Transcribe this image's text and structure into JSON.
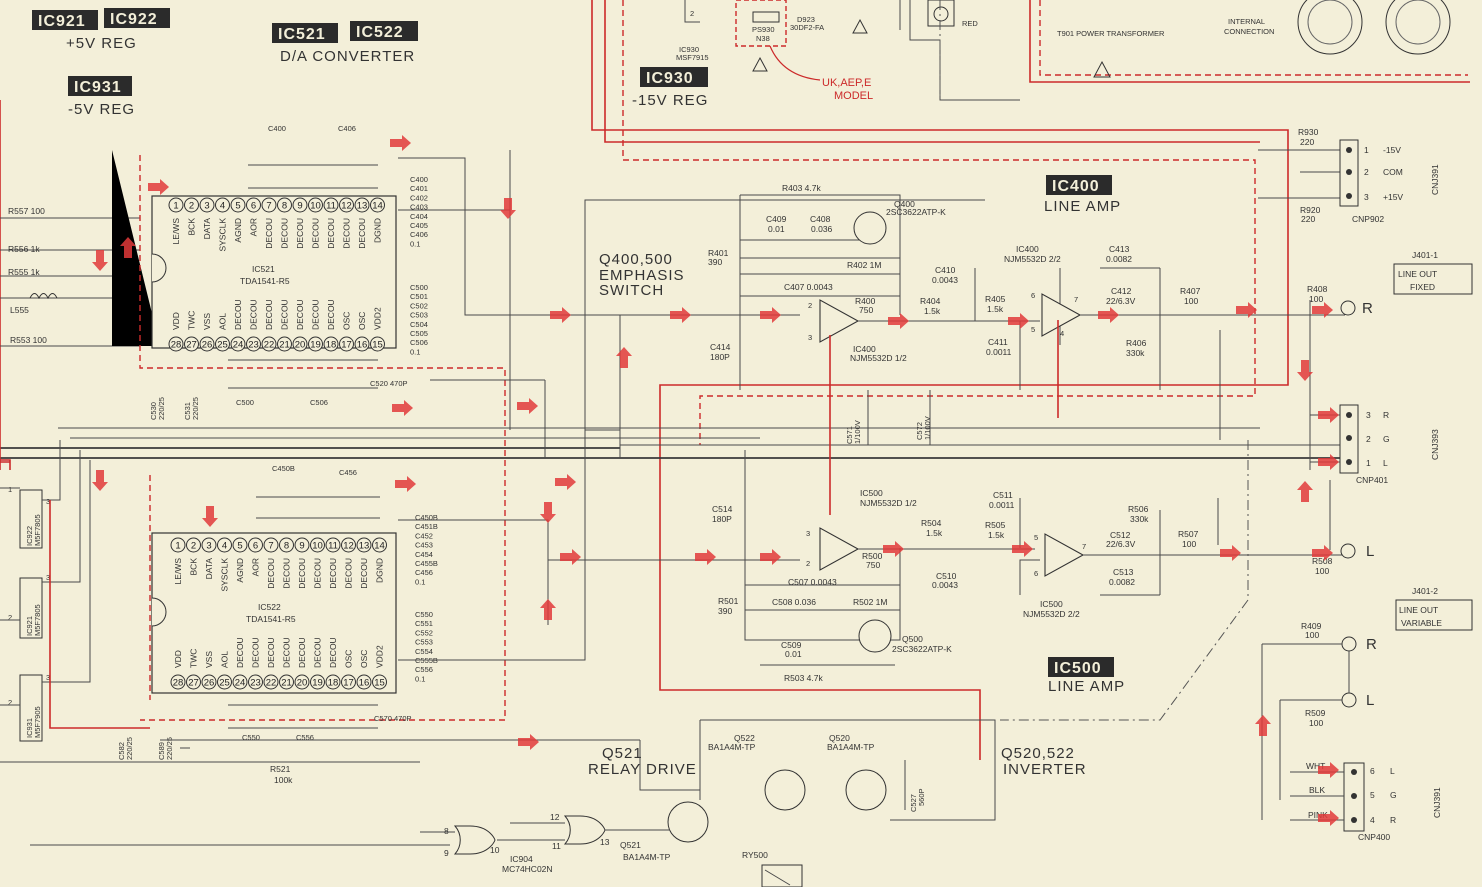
{
  "title_blocks": {
    "ic921": "IC921",
    "ic922": "IC922",
    "plus5": "+5V REG",
    "ic931": "IC931",
    "minus5": "-5V REG",
    "ic521": "IC521",
    "ic522": "IC522",
    "dac": "D/A CONVERTER",
    "ic930": "IC930",
    "minus15": "-15V REG",
    "ic400": "IC400",
    "lineamp400": "LINE AMP",
    "ic500": "IC500",
    "lineamp500": "LINE AMP"
  },
  "top": {
    "transformer": "T901 POWER TRANSFORMER",
    "internal": "INTERNAL",
    "connection": "CONNECTION",
    "red": "RED",
    "ps930": "PS930",
    "n38": "N38",
    "d923": "D923",
    "d923v": "30DF2-FA",
    "ic930_part": "MSF7915",
    "ic930_ref": "IC930",
    "uk": "UK,AEP,E",
    "model": "MODEL",
    "pin2": "2"
  },
  "ic521": {
    "name": "IC521",
    "part": "TDA1541-R5",
    "top_pins": [
      "1",
      "2",
      "3",
      "4",
      "5",
      "6",
      "7",
      "8",
      "9",
      "10",
      "11",
      "12",
      "13",
      "14"
    ],
    "bot_pins": [
      "28",
      "27",
      "26",
      "25",
      "24",
      "23",
      "22",
      "21",
      "20",
      "19",
      "18",
      "17",
      "16",
      "15"
    ],
    "top_labels": [
      "LE/WS",
      "BCK",
      "DATA",
      "SYSCLK",
      "AGND",
      "AOR",
      "DECOU",
      "DECOU",
      "DECOU",
      "DECOU",
      "DECOU",
      "DECOU",
      "DECOU",
      "DGND"
    ],
    "bot_labels": [
      "VDD",
      "TWC",
      "VSS",
      "AOL",
      "DECOU",
      "DECOU",
      "DECOU",
      "DECOU",
      "DECOU",
      "DECOU",
      "DECOU",
      "OSC",
      "OSC",
      "VDD2"
    ],
    "cap_top_a": "C400",
    "cap_top_b": "C406",
    "cap_list_top": [
      "C400",
      "C401",
      "C402",
      "C403",
      "C404",
      "C405",
      "C406",
      "0.1"
    ],
    "cap_list_bot": [
      "C500",
      "C501",
      "C502",
      "C503",
      "C504",
      "C505",
      "C506",
      "0.1"
    ],
    "c500": "C500",
    "c506": "C506",
    "c520": "C520 470P"
  },
  "ic522": {
    "name": "IC522",
    "part": "TDA1541-R5",
    "top_pins": [
      "1",
      "2",
      "3",
      "4",
      "5",
      "6",
      "7",
      "8",
      "9",
      "10",
      "11",
      "12",
      "13",
      "14"
    ],
    "bot_pins": [
      "28",
      "27",
      "26",
      "25",
      "24",
      "23",
      "22",
      "21",
      "20",
      "19",
      "18",
      "17",
      "16",
      "15"
    ],
    "top_labels": [
      "LE/WS",
      "BCK",
      "DATA",
      "SYSCLK",
      "AGND",
      "AOR",
      "DECOU",
      "DECOU",
      "DECOU",
      "DECOU",
      "DECOU",
      "DECOU",
      "DECOU",
      "DGND"
    ],
    "bot_labels": [
      "VDD",
      "TWC",
      "VSS",
      "AOL",
      "DECOU",
      "DECOU",
      "DECOU",
      "DECOU",
      "DECOU",
      "DECOU",
      "DECOU",
      "OSC",
      "OSC",
      "VDD2"
    ],
    "cap_top_a": "C450B",
    "cap_top_b": "C456",
    "cap_list_top": [
      "C450B",
      "C451B",
      "C452",
      "C453",
      "C454",
      "C455B",
      "C456",
      "0.1"
    ],
    "cap_list_bot": [
      "C550",
      "C551",
      "C552",
      "C553",
      "C554",
      "C555B",
      "C556",
      "0.1"
    ],
    "c550": "C550",
    "c556": "C556",
    "c570": "C570 470P"
  },
  "left": {
    "r557": "R557 100",
    "r556": "R556 1k",
    "r555": "R555 1k",
    "l555": "L555",
    "r553": "R553 100",
    "ic922": "IC922",
    "ic922p": "M5F7805",
    "ic921": "IC921",
    "ic921p": "M5F7805",
    "ic931": "IC931",
    "ic931p": "M5F7905",
    "c530": "C530",
    "c530v": "220/25",
    "c531": "C531",
    "c531v": "220/25",
    "c582": "C582",
    "c582v": "220/25",
    "c589": "C589",
    "c589v": "220/25",
    "pin1": "1",
    "pin2": "2",
    "pin3": "3"
  },
  "mid": {
    "q400_500": "Q400,500",
    "emphasis": "EMPHASIS",
    "switch": "SWITCH",
    "r403": "R403 4.7k",
    "q400": "Q400",
    "q400p": "2SC3622ATP-K",
    "c409": "C409",
    "c409v": "0.01",
    "c408": "C408",
    "c408v": "0.036",
    "r401": "R401",
    "r401v": "390",
    "r402": "R402 1M",
    "c407": "C407 0.0043",
    "r400": "R400",
    "r400v": "750",
    "c414": "C414",
    "c414v": "180P",
    "ic400a": "IC400",
    "ic400ap": "NJM5532D 1/2",
    "c571": "C571",
    "c571v": "1/100V",
    "c572": "C572",
    "c572v": "1/100V",
    "c514": "C514",
    "c514v": "180P",
    "ic500a": "IC500",
    "ic500ap": "NJM5532D 1/2",
    "r500": "R500",
    "r500v": "750",
    "c507": "C507 0.0043",
    "r501": "R501",
    "r501v": "390",
    "c508": "C508 0.036",
    "r502": "R502 1M",
    "c509": "C509",
    "c509v": "0.01",
    "q500": "Q500",
    "q500p": "2SC3622ATP-K",
    "r503": "R503 4.7k"
  },
  "right": {
    "r930": "R930",
    "r930v": "220",
    "r920": "R920",
    "r920v": "220",
    "cnp902": "CNP902",
    "cnj391_top": "CNJ391",
    "p1": "1",
    "m15": "-15V",
    "p2": "2",
    "com": "COM",
    "p3": "3",
    "p15": "+15V",
    "ic400b": "IC400",
    "ic400bp": "NJM5532D 2/2",
    "c413": "C413",
    "c413v": "0.0082",
    "c410": "C410",
    "c410v": "0.0043",
    "r404": "R404",
    "r404v": "1.5k",
    "r405": "R405",
    "r405v": "1.5k",
    "c412": "C412",
    "c412v": "22/6.3V",
    "r407": "R407",
    "r407v": "100",
    "r408": "R408",
    "r408v": "100",
    "r406": "R406",
    "r406v": "330k",
    "c411": "C411",
    "c411v": "0.0011",
    "j401_1": "J401-1",
    "lineout": "LINE OUT",
    "fixed": "FIXED",
    "r_label": "R",
    "l_label": "L",
    "cnj393": "CNJ393",
    "cnp401": "CNP401",
    "p3r": "3",
    "rr": "R",
    "p2g": "2",
    "gg": "G",
    "p1l": "1",
    "ll": "L",
    "ic500b": "IC500",
    "ic500bp": "NJM5532D 2/2",
    "c511": "C511",
    "c511v": "0.0011",
    "r504": "R504",
    "r504v": "1.5k",
    "r505": "R505",
    "r505v": "1.5k",
    "c510": "C510",
    "c510v": "0.0043",
    "c512": "C512",
    "c512v": "22/6.3V",
    "c513": "C513",
    "c513v": "0.0082",
    "r506": "R506",
    "r506v": "330k",
    "r507": "R507",
    "r507v": "100",
    "r508": "R508",
    "r508v": "100",
    "j401_2": "J401-2",
    "variable": "VARIABLE",
    "r409": "R409",
    "r409v": "100",
    "r509": "R509",
    "r509v": "100",
    "wht": "WHT",
    "blk": "BLK",
    "pink": "PINK",
    "p6l": "6",
    "l6": "L",
    "p5g": "5",
    "g5": "G",
    "p4r": "4",
    "r4": "R",
    "cnp400": "CNP400",
    "cnj391_bot": "CNJ391"
  },
  "bottom": {
    "q521": "Q521",
    "relay": "RELAY DRIVE",
    "q522": "Q522",
    "q522p": "BA1A4M-TP",
    "q520": "Q520",
    "q520p": "BA1A4M-TP",
    "c527": "C527",
    "c527v": "560P",
    "q520_522": "Q520,522",
    "inverter": "INVERTER",
    "ic904": "IC904",
    "ic904p": "MC74HC02N",
    "q521b": "Q521",
    "q521bp": "BA1A4M-TP",
    "ry500": "RY500",
    "r521": "R521",
    "r521v": "100k",
    "p8": "8",
    "p9": "9",
    "p10": "10",
    "p11": "11",
    "p12": "12",
    "p13": "13"
  },
  "colors": {
    "paper": "#f3efd9",
    "ink": "#333333",
    "red_trace": "#cc2a2a",
    "arrow": "#e03a3a"
  }
}
